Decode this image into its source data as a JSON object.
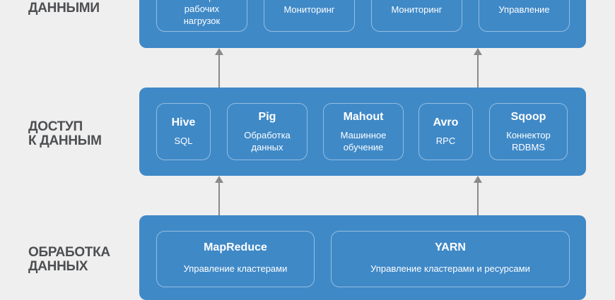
{
  "layers": [
    {
      "label": "ДАННЫМИ",
      "boxes": [
        {
          "sub": "Мониторинг\nрабочих\nнагрузок"
        },
        {
          "sub": "Мониторинг"
        },
        {
          "sub": "Мониторинг"
        },
        {
          "sub": "Управление"
        }
      ]
    },
    {
      "label": "ДОСТУП\nК ДАННЫМ",
      "boxes": [
        {
          "title": "Hive",
          "sub": "SQL"
        },
        {
          "title": "Pig",
          "sub": "Обработка\nданных"
        },
        {
          "title": "Mahout",
          "sub": "Машинное\nобучение"
        },
        {
          "title": "Avro",
          "sub": "RPC"
        },
        {
          "title": "Sqoop",
          "sub": "Коннектор\nRDBMS"
        }
      ]
    },
    {
      "label": "ОБРАБОТКА\nДАННЫХ",
      "boxes": [
        {
          "title": "MapReduce",
          "sub": "Управление кластерами"
        },
        {
          "title": "YARN",
          "sub": "Управление кластерами и ресурсами"
        }
      ]
    }
  ],
  "colors": {
    "panel": "#3f89c7",
    "background": "#efefef",
    "label": "#4d4f52",
    "arrow": "#8a8a8a"
  }
}
